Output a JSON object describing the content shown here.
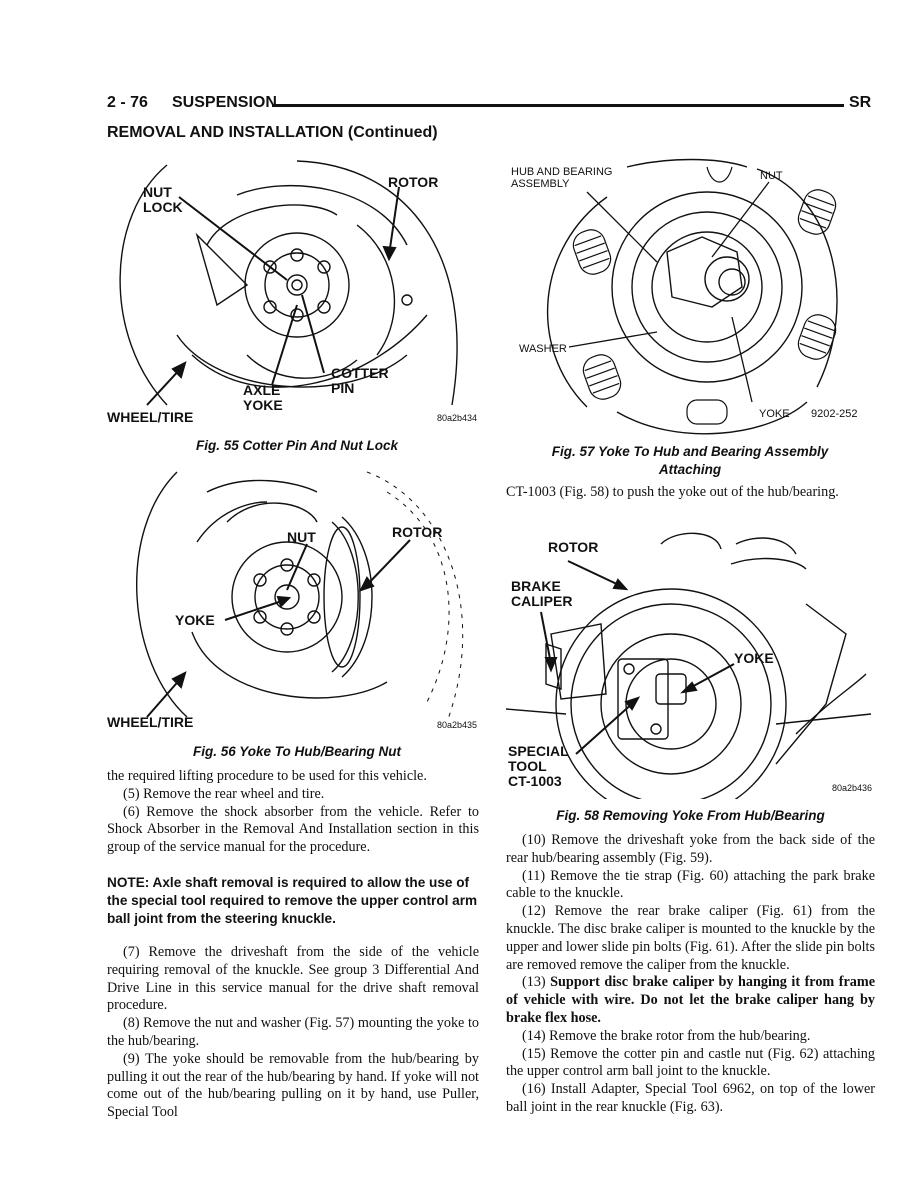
{
  "header": {
    "page_number": "2 - 76",
    "section": "SUSPENSION",
    "code": "SR"
  },
  "section_title": "REMOVAL AND INSTALLATION (Continued)",
  "fig55": {
    "caption": "Fig. 55 Cotter Pin And Nut Lock",
    "labels": {
      "nut_lock": "NUT\nLOCK",
      "rotor": "ROTOR",
      "cotter_pin": "COTTER\nPIN",
      "axle_yoke": "AXLE\nYOKE",
      "wheel_tire": "WHEEL/TIRE"
    },
    "code": "80a2b434"
  },
  "fig56": {
    "caption": "Fig. 56 Yoke To Hub/Bearing Nut",
    "labels": {
      "nut": "NUT",
      "rotor": "ROTOR",
      "yoke": "YOKE",
      "wheel_tire": "WHEEL/TIRE"
    },
    "code": "80a2b435"
  },
  "fig57": {
    "caption": "Fig. 57 Yoke To Hub and Bearing Assembly Attaching",
    "labels": {
      "hub_bearing": "HUB AND BEARING\nASSEMBLY",
      "nut": "NUT",
      "washer": "WASHER",
      "yoke": "YOKE"
    },
    "code": "9202-252"
  },
  "fig58": {
    "caption": "Fig. 58 Removing Yoke From Hub/Bearing",
    "labels": {
      "rotor": "ROTOR",
      "brake_caliper": "BRAKE\nCALIPER",
      "yoke": "YOKE",
      "special_tool": "SPECIAL\nTOOL\nCT-1003"
    },
    "code": "80a2b436"
  },
  "left_text": {
    "p1": "the required lifting procedure to be used for this vehicle.",
    "p5": "(5) Remove the rear wheel and tire.",
    "p6": "(6) Remove the shock absorber from the vehicle. Refer to Shock Absorber in the Removal And Installation section in this group of the service manual for the procedure.",
    "note": "NOTE: Axle shaft removal is required to allow the use of the special tool required to remove the upper control arm ball joint from the steering knuckle.",
    "p7": "(7) Remove the driveshaft from the side of the vehicle requiring removal of the knuckle. See group 3 Differential And Drive Line in this service manual for the drive shaft removal procedure.",
    "p8": "(8) Remove the nut and washer (Fig. 57) mounting the yoke to the hub/bearing.",
    "p9": "(9) The yoke should be removable from the hub/bearing by pulling it out the rear of the hub/bearing by hand. If yoke will not come out of the hub/bearing pulling on it by hand, use Puller, Special Tool"
  },
  "right_text": {
    "p0": "CT-1003 (Fig. 58) to push the yoke out of the hub/bearing.",
    "p10": "(10) Remove the driveshaft yoke from the back side of the rear hub/bearing assembly (Fig. 59).",
    "p11": "(11) Remove the tie strap (Fig. 60) attaching the park brake cable to the knuckle.",
    "p12": "(12) Remove the rear brake caliper (Fig. 61) from the knuckle. The disc brake caliper is mounted to the knuckle by the upper and lower slide pin bolts (Fig. 61). After the slide pin bolts are removed remove the caliper from the knuckle.",
    "p13_num": "(13)",
    "p13_bold": "Support disc brake caliper by hanging it from frame of vehicle with wire. Do not let the brake caliper hang by brake flex hose.",
    "p14": "(14) Remove the brake rotor from the hub/bearing.",
    "p15": "(15) Remove the cotter pin and castle nut (Fig. 62) attaching the upper control arm ball joint to the knuckle.",
    "p16": "(16) Install Adapter, Special Tool 6962, on top of the lower ball joint in the rear knuckle (Fig. 63)."
  }
}
